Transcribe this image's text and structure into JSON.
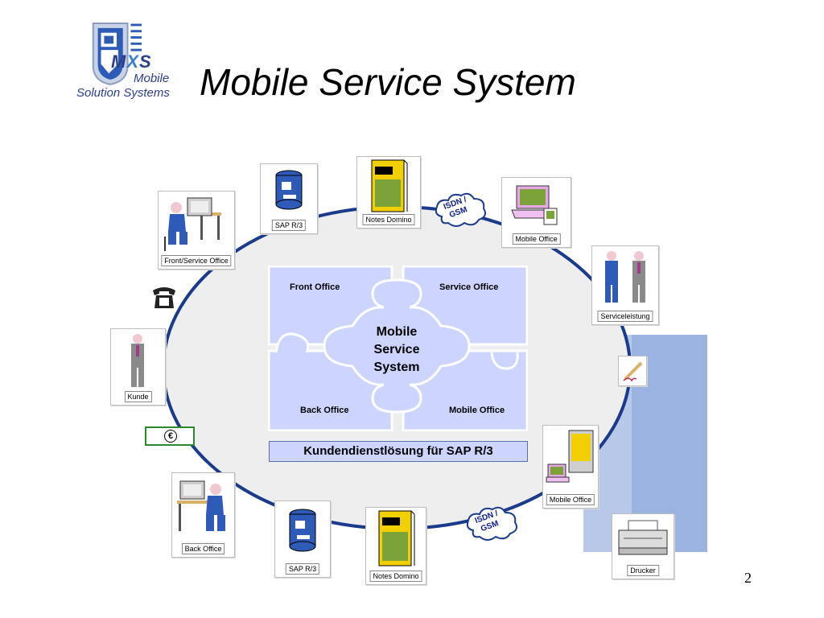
{
  "logo": {
    "brand_m": "M",
    "brand_x": "X",
    "brand_s": "S",
    "line1": "Mobile",
    "line2": "Solution Systems"
  },
  "title": "Mobile Service System",
  "page_number": "2",
  "puzzle": {
    "front_office": "Front Office",
    "service_office": "Service Office",
    "back_office": "Back Office",
    "mobile_office": "Mobile Office",
    "center": [
      "Mobile",
      "Service",
      "System"
    ]
  },
  "banner": "Kundendienstlösung für SAP R/3",
  "nodes": {
    "front_service_office": "Front/Service Office",
    "sap_top": "SAP R/3",
    "notes_top": "Notes Domino",
    "mobile_office_top": "Mobile Office",
    "serviceleistung": "Serviceleistung",
    "kunde": "Kunde",
    "mobile_office_bottom": "Mobile Office",
    "back_office": "Back Office",
    "sap_bottom": "SAP R/3",
    "notes_bottom": "Notes Domino",
    "drucker": "Drucker"
  },
  "clouds": {
    "top": [
      "ISDN /",
      "GSM"
    ],
    "bottom": [
      "ISDN /",
      "GSM"
    ]
  },
  "euro_symbol": "€",
  "colors": {
    "ring": "#1a3a8c",
    "puzzle": "#cdd5ff",
    "ring_fill": "#eeeeee",
    "panel": "#9bb3e0"
  }
}
